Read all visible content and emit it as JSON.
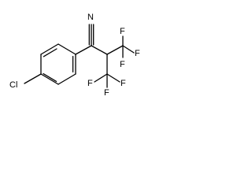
{
  "molecule": {
    "atoms": {
      "nitrile_n": "N",
      "chlorine": "Cl",
      "fluorines": [
        "F",
        "F",
        "F",
        "F",
        "F",
        "F"
      ]
    },
    "colors": {
      "bond": "#000000",
      "label": "#000000",
      "background": "#ffffff"
    }
  }
}
